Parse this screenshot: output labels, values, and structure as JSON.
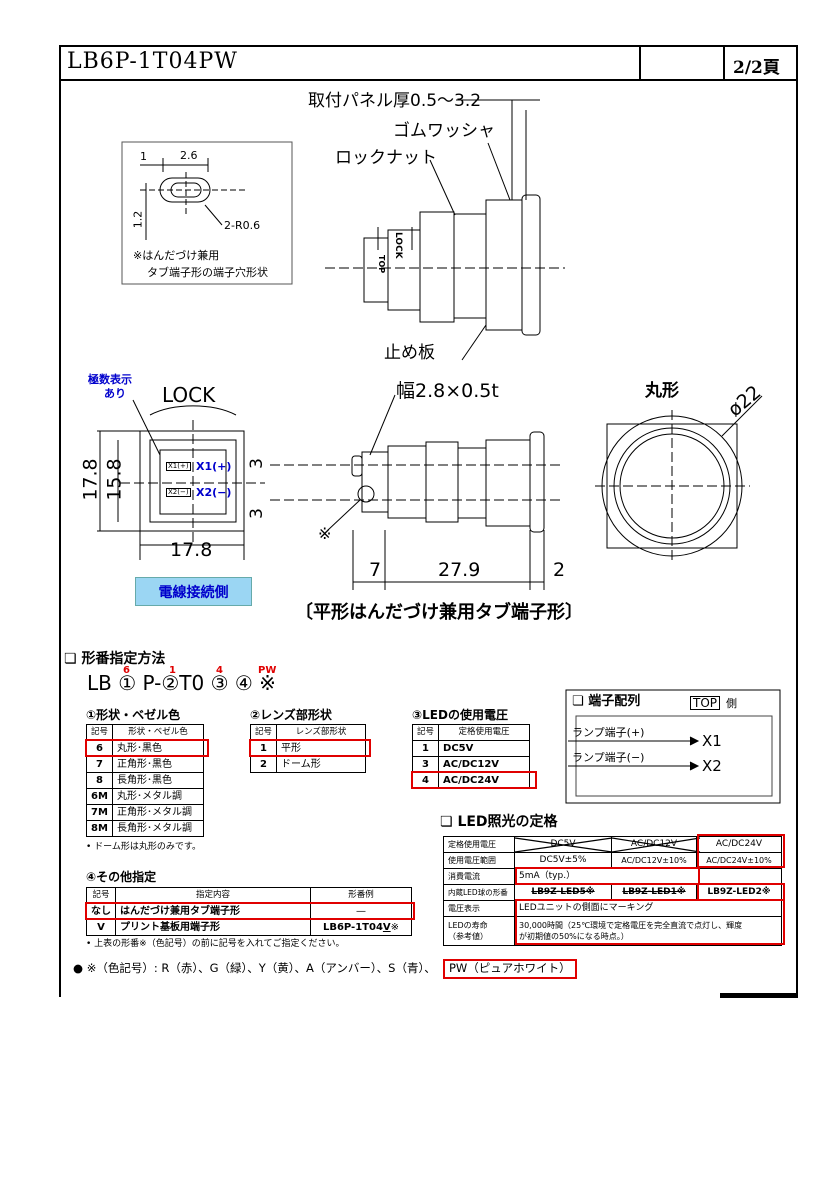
{
  "header": {
    "part_number": "LB6P-1T04PW",
    "page": "2/2頁"
  },
  "drawing": {
    "panel_thickness": "取付パネル厚0.5～3.2",
    "rubber_washer": "ゴムワッシャ",
    "lock_nut": "ロックナット",
    "stop_plate": "止め板",
    "lock_small": "LOCK",
    "top_small": "TOP",
    "inset": {
      "dim1": "1",
      "dim2": "2.6",
      "dim3": "1.2",
      "dim4": "2-R0.6",
      "note1": "※はんだづけ兼用",
      "note2": "タブ端子形の端子穴形状"
    },
    "polarity_note1": "極数表示",
    "polarity_note2": "あり",
    "lock": "LOCK",
    "x1": "X1(+)",
    "x2": "X2(−)",
    "x1_small": "X1(+)",
    "x2_small": "X2(−)",
    "dim_178v": "17.8",
    "dim_158": "15.8",
    "dim_178h": "17.8",
    "wire_side": "電線接続側",
    "width_tab": "幅2.8×0.5t",
    "dim_3a": "3",
    "dim_3b": "3",
    "kome": "※",
    "dim_7": "7",
    "dim_279": "27.9",
    "dim_2": "2",
    "round_shape": "丸形",
    "dia": "ø22",
    "caption": "〔平形はんだづけ兼用タブ端子形〕"
  },
  "ordering": {
    "title": "形番指定方法",
    "code": "LB ① P-②T0 ③ ④ ※",
    "mark1": "6",
    "mark2": "1",
    "mark3": "4",
    "mark4": "PW"
  },
  "t1": {
    "title": "①形状・ベゼル色",
    "h1": "記号",
    "h2": "形状・ベゼル色",
    "rows": [
      [
        "6",
        "丸形･黒色"
      ],
      [
        "7",
        "正角形･黒色"
      ],
      [
        "8",
        "長角形･黒色"
      ],
      [
        "6M",
        "丸形･メタル調"
      ],
      [
        "7M",
        "正角形･メタル調"
      ],
      [
        "8M",
        "長角形･メタル調"
      ]
    ],
    "note": "• ドーム形は丸形のみです。"
  },
  "t2": {
    "title": "②レンズ部形状",
    "h1": "記号",
    "h2": "レンズ部形状",
    "rows": [
      [
        "1",
        "平形"
      ],
      [
        "2",
        "ドーム形"
      ]
    ]
  },
  "t3": {
    "title": "③LEDの使用電圧",
    "h1": "記号",
    "h2": "定格使用電圧",
    "rows": [
      [
        "1",
        "DC5V"
      ],
      [
        "3",
        "AC/DC12V"
      ],
      [
        "4",
        "AC/DC24V"
      ]
    ]
  },
  "terminal": {
    "title": "端子配列",
    "top": "TOP",
    "side": "側",
    "lamp_p": "ランプ端子(+)",
    "lamp_m": "ランプ端子(−)",
    "x1": "X1",
    "x2": "X2"
  },
  "led": {
    "title": "LED照光の定格",
    "r1": [
      "定格使用電圧",
      "DC5V",
      "AC/DC12V",
      "AC/DC24V"
    ],
    "r2": [
      "使用電圧範囲",
      "DC5V±5%",
      "AC/DC12V±10%",
      "AC/DC24V±10%"
    ],
    "r3": [
      "消費電流",
      "5mA（typ.）"
    ],
    "r4": [
      "内蔵LED球の形番",
      "LB9Z-LED5※",
      "LB9Z-LED1※",
      "LB9Z-LED2※"
    ],
    "r5": [
      "電圧表示",
      "LEDユニットの側面にマーキング"
    ],
    "r6a": "LEDの寿命",
    "r6b": "（参考値）",
    "r6c": "30,000時間（25℃環境で定格電圧を完全直流で点灯し、輝度",
    "r6d": "が初期値の50%になる時点。）"
  },
  "t4": {
    "title": "④その他指定",
    "h1": "記号",
    "h2": "指定内容",
    "h3": "形番例",
    "r1": [
      "なし",
      "はんだづけ兼用タブ端子形",
      "—"
    ],
    "r2a": "V",
    "r2b": "プリント基板用端子形",
    "r2c": "LB6P-1T04",
    "r2d": "V",
    "r2e": "※",
    "note": "• 上表の形番※（色記号）の前に記号を入れてご指定ください。"
  },
  "colors": {
    "text": "● ※（色記号）: R（赤）、G（緑）、Y（黄）、A（アンバー）、S（青）、",
    "pw": "PW（ピュアホワイト）",
    "red": "#e00000",
    "blue": "#0000cc",
    "cyan_label": "#9bd6f3"
  }
}
